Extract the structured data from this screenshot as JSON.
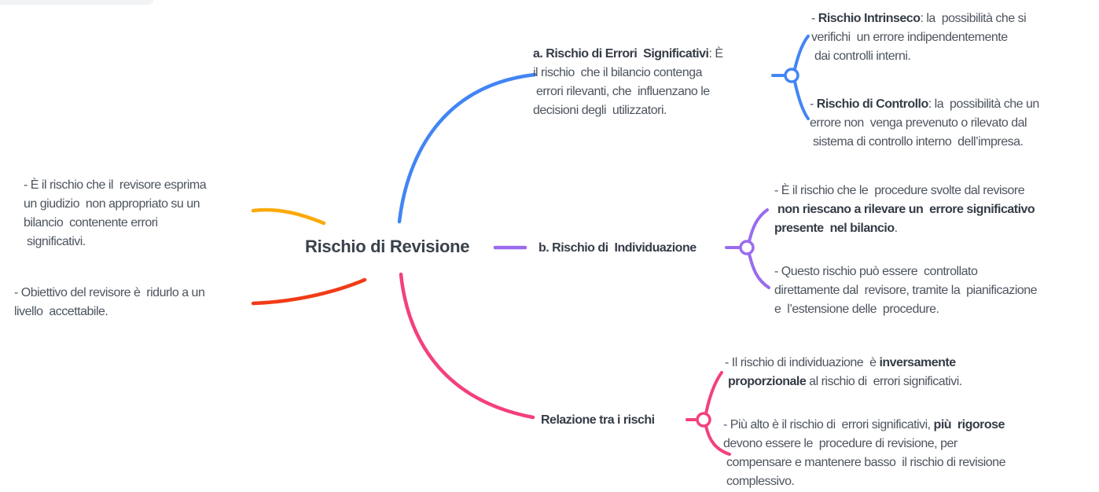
{
  "app": {
    "background": "#ffffff"
  },
  "colors": {
    "orange": "#FBA90A",
    "red": "#F23B18",
    "blue": "#4285F4",
    "purple": "#9A6BEE",
    "pink": "#F4407C",
    "text": "#4D545E",
    "text_bold": "#353C47",
    "title": "#3A414C"
  },
  "mindmap": {
    "root": {
      "label": "Rischio di Revisione"
    },
    "left_notes": {
      "giudizio": {
        "lines": [
          [
            {
              "t": "- È il rischio che il  revisore esprima"
            }
          ],
          [
            {
              "t": "un giudizio  non appropriato su un"
            }
          ],
          [
            {
              "t": "bilancio  contenente errori"
            }
          ],
          [
            {
              "t": " significativi."
            }
          ]
        ]
      },
      "obiettivo": {
        "lines": [
          [
            {
              "t": "- Obiettivo del revisore è  ridurlo a un"
            }
          ],
          [
            {
              "t": "livello  accettabile."
            }
          ]
        ]
      }
    },
    "branch_errori": {
      "heading": {
        "lines": [
          [
            {
              "t": "a. Rischio di Errori  Significativi",
              "b": true
            },
            {
              "t": ": È"
            }
          ],
          [
            {
              "t": "il rischio  che il bilancio contenga"
            }
          ],
          [
            {
              "t": " errori rilevanti, che  influenzano le"
            }
          ],
          [
            {
              "t": "decisioni degli  utilizzatori."
            }
          ]
        ]
      },
      "intrinseco": {
        "lines": [
          [
            {
              "t": "- "
            },
            {
              "t": "Rischio Intrinseco",
              "b": true
            },
            {
              "t": ": la  possibilità che si"
            }
          ],
          [
            {
              "t": "verifichi  un errore indipendentemente"
            }
          ],
          [
            {
              "t": " dai controlli interni."
            }
          ]
        ]
      },
      "controllo": {
        "lines": [
          [
            {
              "t": "- "
            },
            {
              "t": "Rischio di Controllo",
              "b": true
            },
            {
              "t": ": la  possibilità che un"
            }
          ],
          [
            {
              "t": "errore non  venga prevenuto o rilevato dal"
            }
          ],
          [
            {
              "t": " sistema di controllo interno  dell’impresa."
            }
          ]
        ]
      }
    },
    "branch_individuazione": {
      "label": "b. Rischio di  Individuazione",
      "procedure": {
        "lines": [
          [
            {
              "t": "- È il rischio che le  procedure svolte dal revisore"
            }
          ],
          [
            {
              "t": " "
            },
            {
              "t": "non riescano a rilevare un  errore significativo",
              "b": true
            }
          ],
          [
            {
              "t": "presente  nel bilancio",
              "b": true
            },
            {
              "t": "."
            }
          ]
        ]
      },
      "controllato": {
        "lines": [
          [
            {
              "t": "- Questo rischio può essere  controllato"
            }
          ],
          [
            {
              "t": "direttamente dal  revisore, tramite la  pianificazione"
            }
          ],
          [
            {
              "t": "e  l’estensione delle  procedure."
            }
          ]
        ]
      }
    },
    "branch_relazione": {
      "label": "Relazione tra i rischi",
      "inversamente": {
        "lines": [
          [
            {
              "t": "- Il rischio di individuazione  è "
            },
            {
              "t": "inversamente",
              "b": true
            }
          ],
          [
            {
              "t": " "
            },
            {
              "t": "proporzionale",
              "b": true
            },
            {
              "t": " al rischio di  errori significativi."
            }
          ]
        ]
      },
      "rigorose": {
        "lines": [
          [
            {
              "t": "- Più alto è il rischio di  errori significativi, "
            },
            {
              "t": "più  rigorose",
              "b": true
            }
          ],
          [
            {
              "t": "devono essere le  procedure di revisione, per"
            }
          ],
          [
            {
              "t": " compensare e mantenere basso  il rischio di revisione"
            }
          ],
          [
            {
              "t": " complessivo."
            }
          ]
        ]
      }
    }
  }
}
